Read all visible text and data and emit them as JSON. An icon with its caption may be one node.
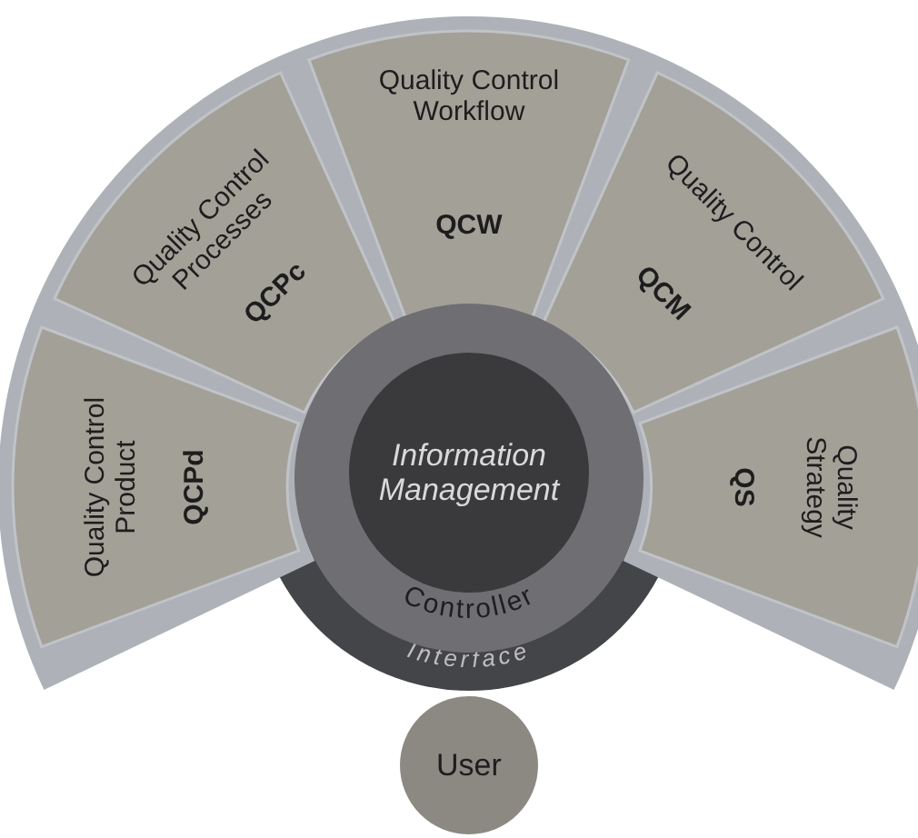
{
  "diagram": {
    "nodes": [
      {
        "text": [
          "Quality Control Product",
          "QCPd"
        ]
      },
      {
        "text": [
          "Quality Control Processes",
          "QCPc"
        ]
      },
      {
        "text": [
          "Quality Control Workflow",
          "QCW"
        ]
      },
      {
        "text": [
          "Quality Control",
          "QCM"
        ]
      },
      {
        "text": [
          "Quality Strategy",
          "QS"
        ]
      },
      {
        "text": [
          "Information Management"
        ],
        "in": 6
      },
      {
        "text": [
          "Controller"
        ],
        "in": 7
      },
      {
        "text": [
          "Interface"
        ]
      },
      {
        "text": [
          "User"
        ]
      }
    ]
  }
}
